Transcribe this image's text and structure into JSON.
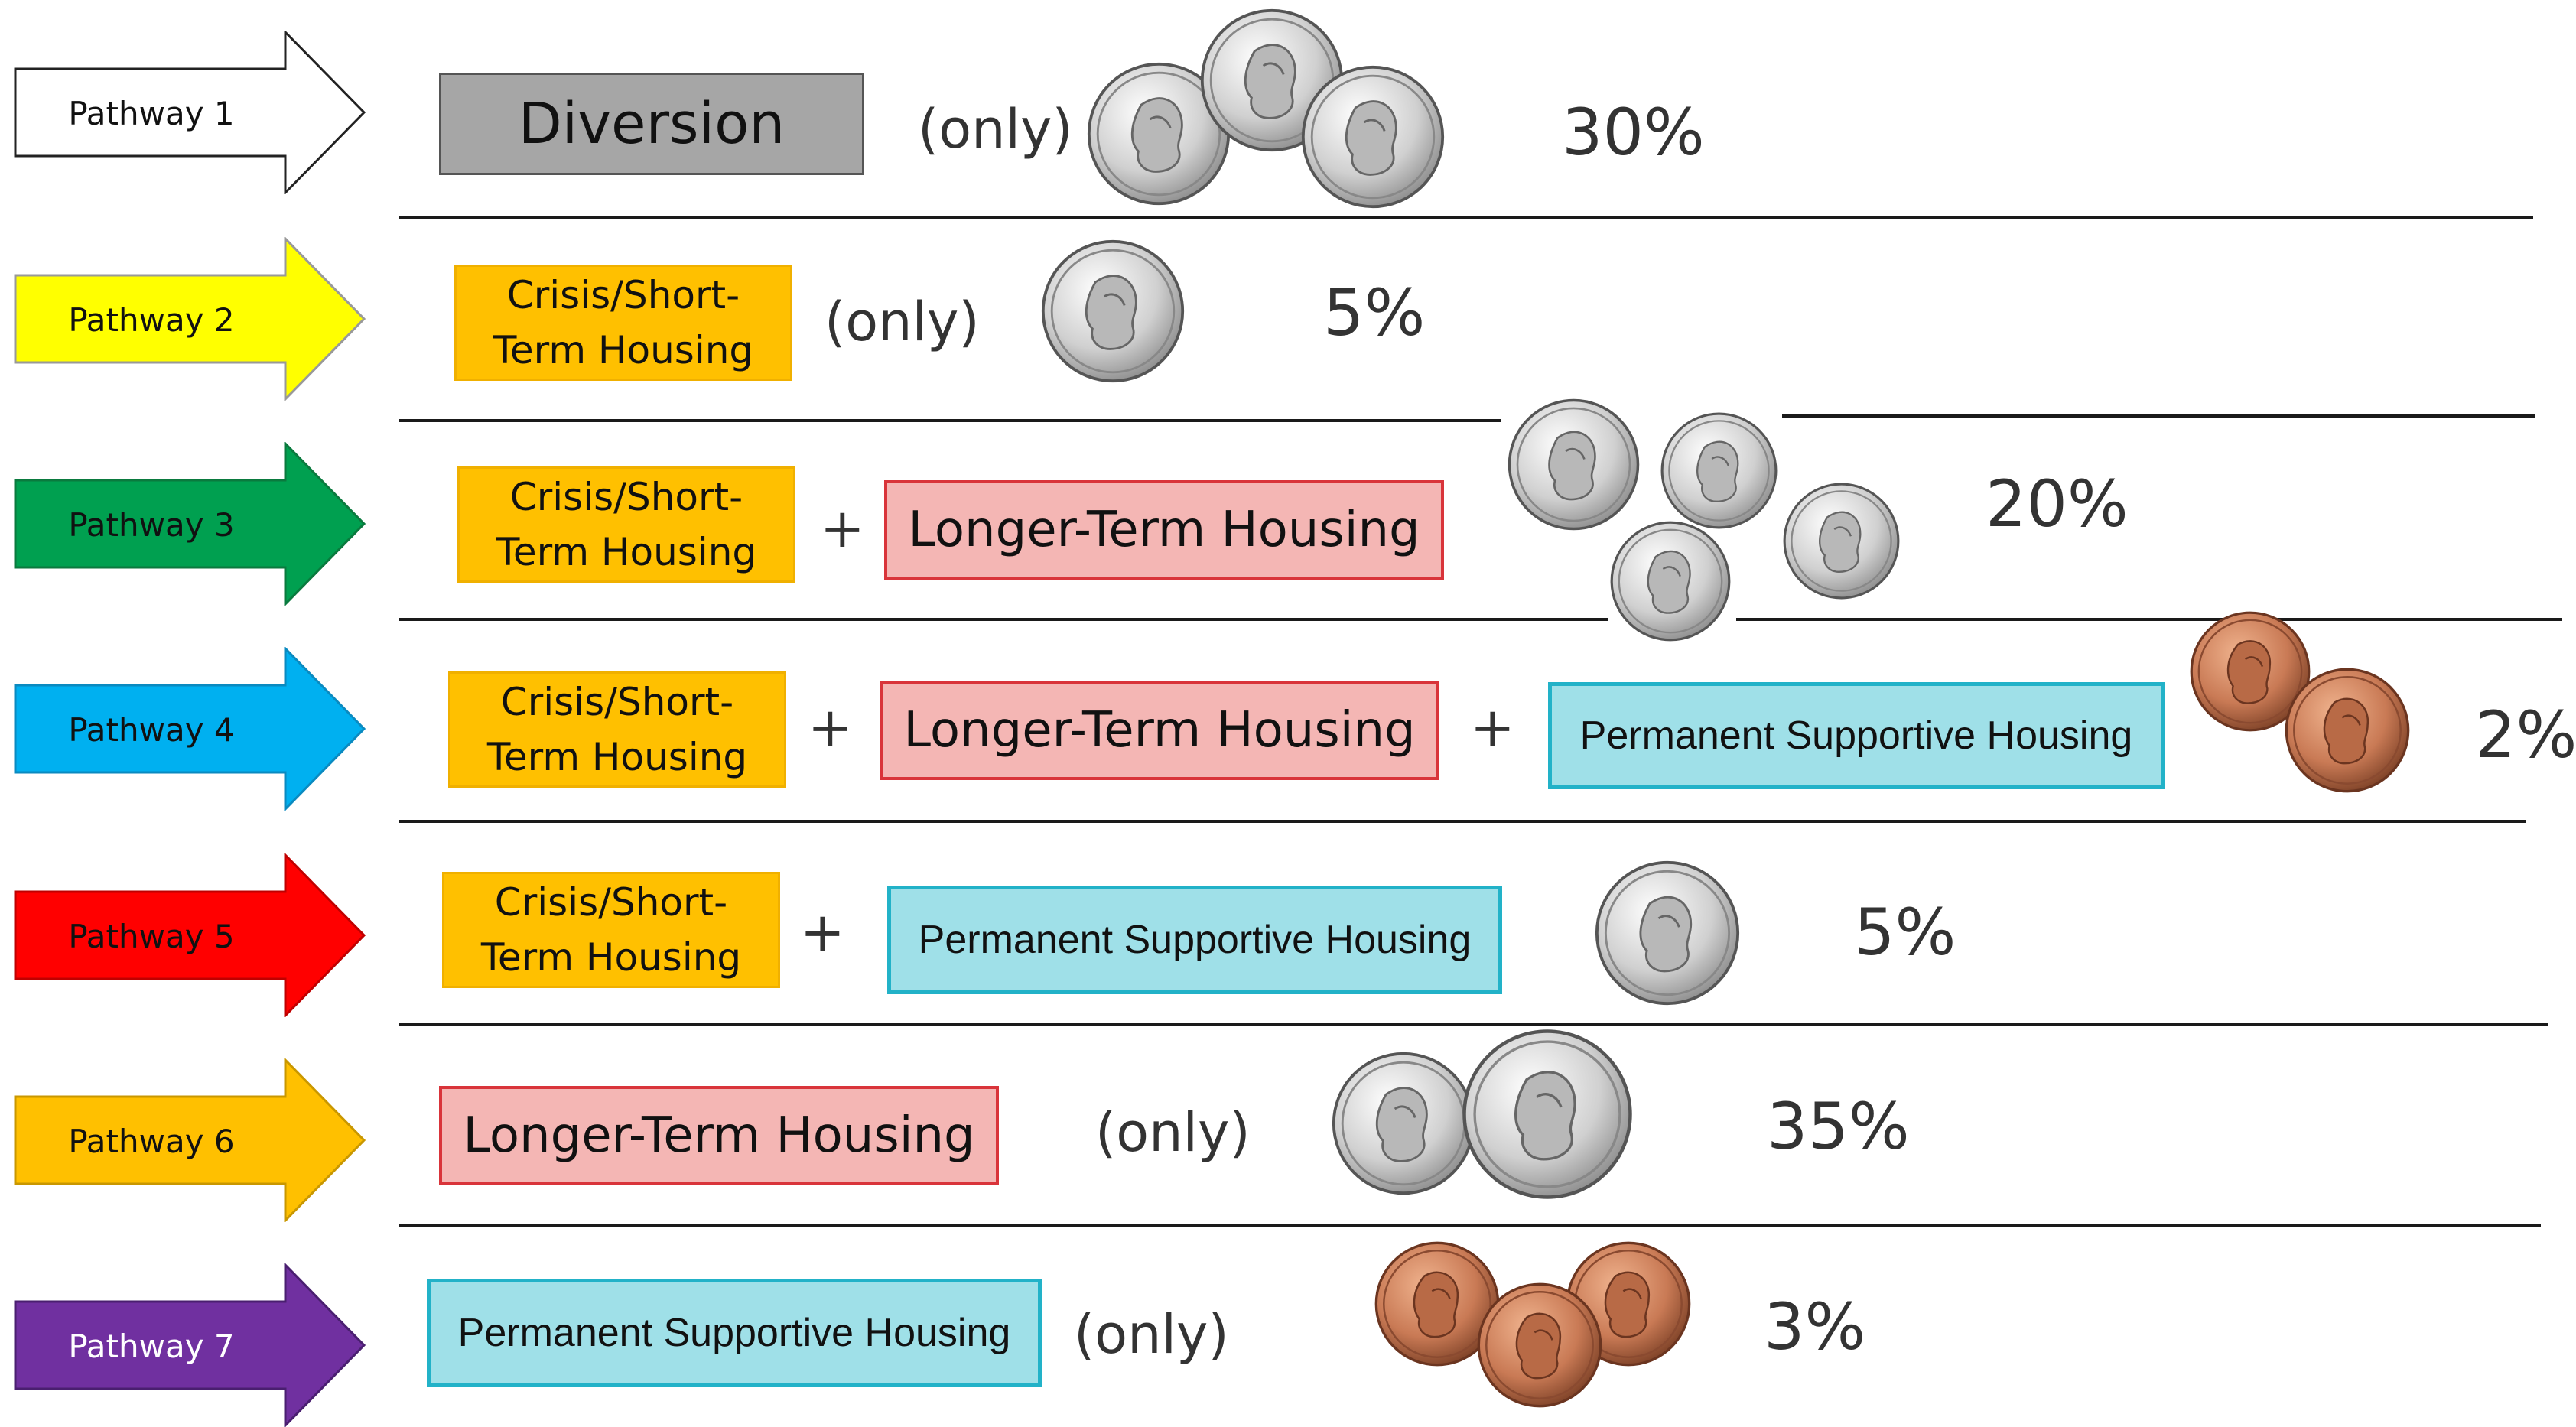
{
  "colors": {
    "pathway_1": "#ffffff",
    "pathway_2": "#ffff00",
    "pathway_3": "#00a050",
    "pathway_4": "#00b0f0",
    "pathway_5": "#ff0000",
    "pathway_6": "#ffc000",
    "pathway_7": "#7030a0",
    "crisis_box": "#ffc000",
    "longer_box": "#f4b6b4",
    "psh_box": "#9fe0e8",
    "diversion_box": "#a6a6a6"
  },
  "labels": {
    "diversion": "Diversion",
    "crisis": "Crisis/Short-\nTerm Housing",
    "longer": "Longer-Term Housing",
    "psh": "Permanent Supportive Housing",
    "only": "(only)",
    "plus": "+"
  },
  "pathways": [
    {
      "name": "Pathway 1",
      "percent": "30%",
      "coins": "3 dimes"
    },
    {
      "name": "Pathway 2",
      "percent": "5%",
      "coins": "1 nickel"
    },
    {
      "name": "Pathway 3",
      "percent": "20%",
      "coins": "4 nickels"
    },
    {
      "name": "Pathway 4",
      "percent": "2%",
      "coins": "2 pennies"
    },
    {
      "name": "Pathway 5",
      "percent": "5%",
      "coins": "1 nickel"
    },
    {
      "name": "Pathway 6",
      "percent": "35%",
      "coins": "1 dime and 1 quarter"
    },
    {
      "name": "Pathway 7",
      "percent": "3%",
      "coins": "3 pennies"
    }
  ]
}
